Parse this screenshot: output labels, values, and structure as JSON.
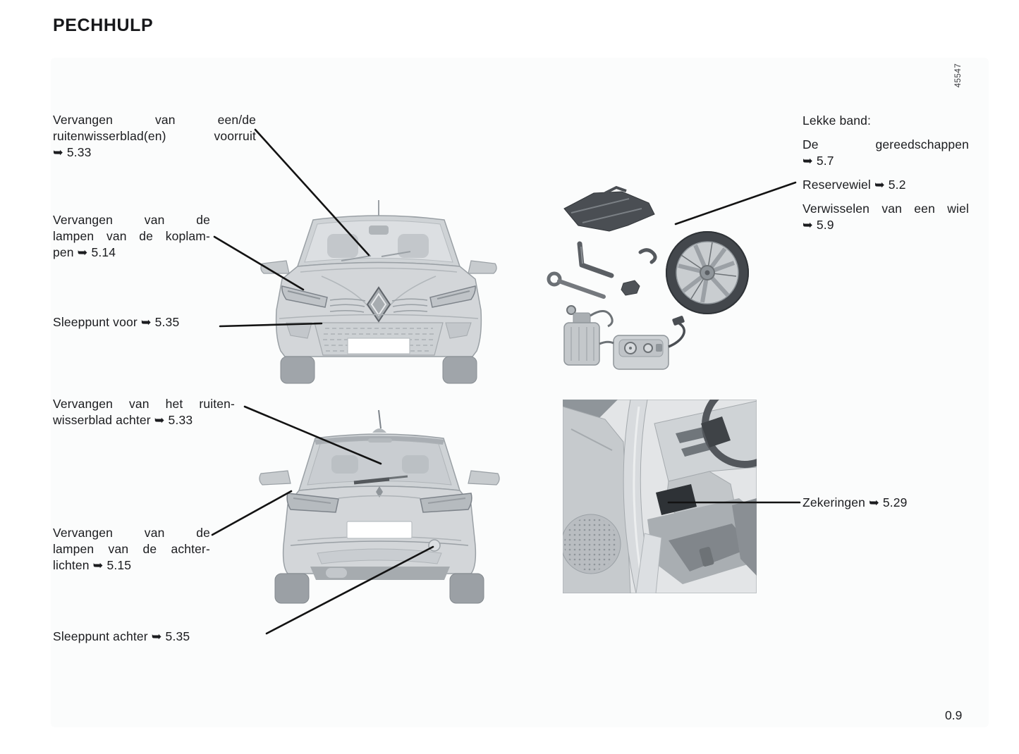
{
  "page": {
    "title": "PECHHULP",
    "page_number": "0.9",
    "figure_code": "45547"
  },
  "colors": {
    "text": "#1b1c1f",
    "leader_line": "#131313",
    "car_body_fill": "#d3d6d9",
    "car_stroke": "#9aa0a5"
  },
  "callouts": {
    "front_wiper": {
      "lines": [
        "Vervangen van een/de",
        "ruitenwisserblad(en) voorruit",
        "➥ 5.33"
      ]
    },
    "headlamps": {
      "lines": [
        "Vervangen van de",
        "lampen van de koplam-",
        "pen ➥ 5.14"
      ]
    },
    "tow_front": {
      "lines": [
        "Sleeppunt voor ➥ 5.35"
      ]
    },
    "rear_wiper": {
      "lines": [
        "Vervangen van het ruiten-",
        "wisserblad achter ➥ 5.33"
      ]
    },
    "rear_lamps": {
      "lines": [
        "Vervangen van de",
        "lampen van de achter-",
        "lichten ➥ 5.15"
      ]
    },
    "tow_rear": {
      "lines": [
        "Sleeppunt achter ➥ 5.35"
      ]
    },
    "flat_tyre": {
      "heading": "Lekke band:",
      "items": [
        {
          "lines": [
            "De gereedschappen",
            "➥ 5.7"
          ]
        },
        {
          "lines": [
            "Reservewiel ➥ 5.2"
          ]
        },
        {
          "lines": [
            "Verwisselen van een wiel",
            "➥ 5.9"
          ]
        }
      ]
    },
    "fuses": {
      "lines": [
        "Zekeringen ➥ 5.29"
      ]
    }
  }
}
